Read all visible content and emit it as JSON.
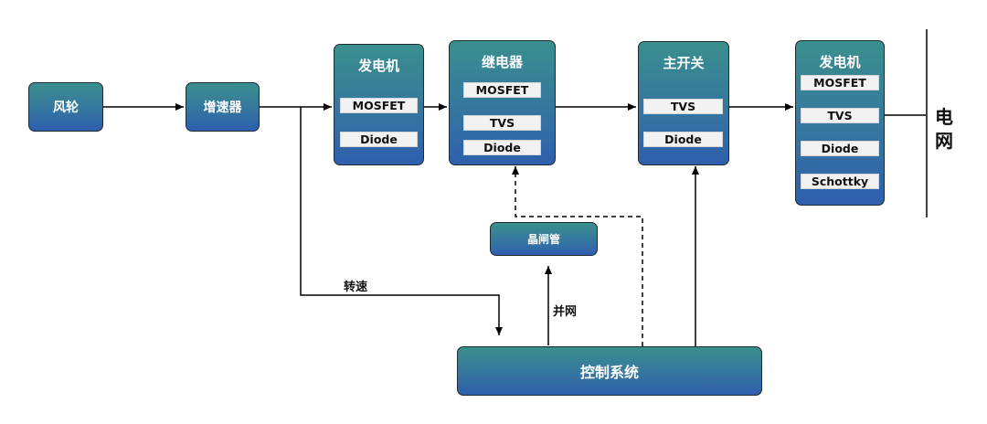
{
  "blocks": {
    "wind_wheel": "风轮",
    "gearbox": "增速器",
    "gen_left": {
      "title": "发电机",
      "chips": [
        "MOSFET",
        "Diode"
      ]
    },
    "relay": {
      "title": "继电器",
      "chips": [
        "MOSFET",
        "TVS",
        "Diode"
      ]
    },
    "main_switch": {
      "title": "主开关",
      "chips": [
        "TVS",
        "Diode"
      ]
    },
    "gen_right": {
      "title": "发电机",
      "chips": [
        "MOSFET",
        "TVS",
        "Diode",
        "Schottky"
      ]
    },
    "thyristor": "晶闸管",
    "control": "控制系统"
  },
  "labels": {
    "speed": "转速",
    "grid_connect": "并网",
    "grid": "电\n网"
  }
}
